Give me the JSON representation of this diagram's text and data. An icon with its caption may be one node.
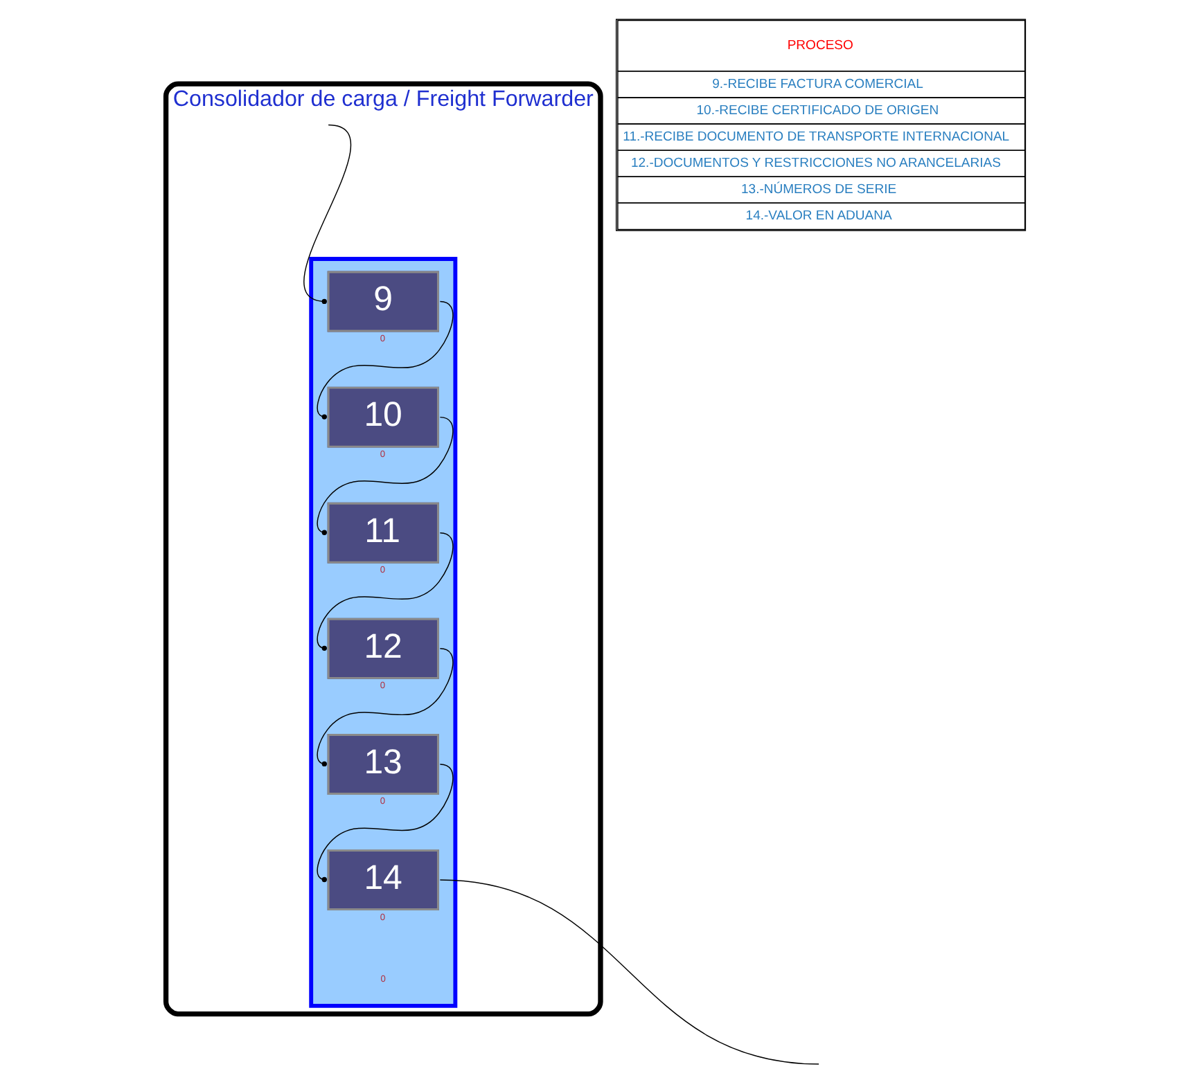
{
  "diagram": {
    "nodes": [
      {
        "text": [
          "Consolidador de carga / Freight Forwarder"
        ]
      },
      {
        "text": [],
        "shape": "band",
        "in": 0,
        "beside": [
          "0"
        ]
      },
      {
        "text": [
          "9"
        ],
        "in": 1,
        "beside": [
          "0"
        ]
      },
      {
        "text": [
          "10"
        ],
        "in": 1,
        "beside": [
          "0"
        ]
      },
      {
        "text": [
          "11"
        ],
        "in": 1,
        "beside": [
          "0"
        ]
      },
      {
        "text": [
          "12"
        ],
        "in": 1,
        "beside": [
          "0"
        ]
      },
      {
        "text": [
          "13"
        ],
        "in": 1,
        "beside": [
          "0"
        ]
      },
      {
        "text": [
          "14"
        ],
        "in": 1,
        "beside": [
          "0"
        ]
      }
    ],
    "edges": [
      {
        "from": null,
        "to": 2,
        "arrow": "other"
      },
      {
        "from": 2,
        "to": 3,
        "arrow": "other"
      },
      {
        "from": 3,
        "to": 4,
        "arrow": "other"
      },
      {
        "from": 4,
        "to": 5,
        "arrow": "other"
      },
      {
        "from": 5,
        "to": 6,
        "arrow": "other"
      },
      {
        "from": 6,
        "to": 7,
        "arrow": "other"
      },
      {
        "from": 7,
        "to": null,
        "arrow": "none"
      }
    ],
    "labels": [
      "PROCESO",
      "9.-RECIBE FACTURA COMERCIAL",
      "10.-RECIBE CERTIFICADO DE ORIGEN",
      "11.-RECIBE DOCUMENTO DE TRANSPORTE INTERNACIONAL",
      "12.-DOCUMENTOS Y RESTRICCIONES NO ARANCELARIAS",
      "13.-NÚMEROS DE SERIE",
      "14.-VALOR EN ADUANA"
    ]
  }
}
